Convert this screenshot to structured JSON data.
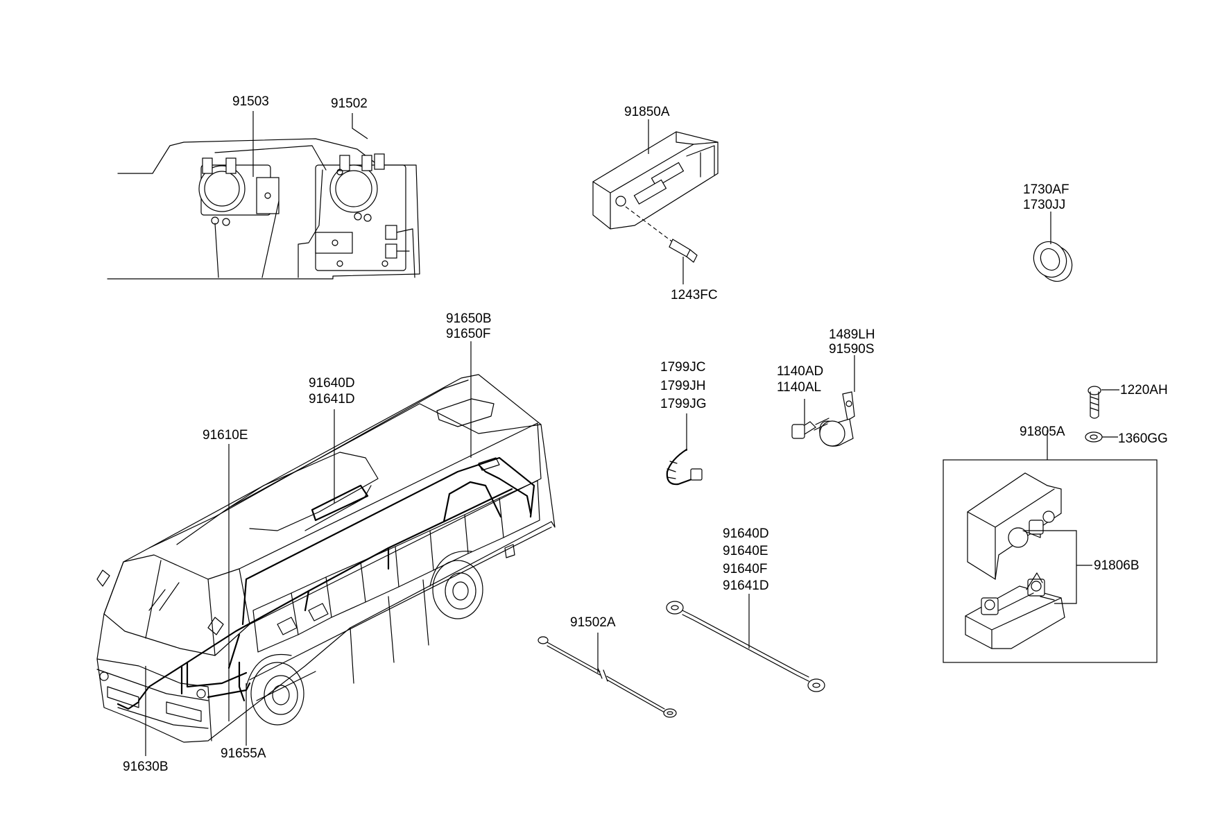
{
  "labels": {
    "p91503": "91503",
    "p91502": "91502",
    "p91850A": "91850A",
    "p1243FC": "1243FC",
    "p1730AF": "1730AF",
    "p1730JJ": "1730JJ",
    "p91650B": "91650B",
    "p91650F": "91650F",
    "p91640D_top": "91640D",
    "p91641D_top": "91641D",
    "p91610E": "91610E",
    "p1799JC": "1799JC",
    "p1799JH": "1799JH",
    "p1799JG": "1799JG",
    "p1489LH": "1489LH",
    "p91590S": "91590S",
    "p1140AD": "1140AD",
    "p1140AL": "1140AL",
    "p1220AH": "1220AH",
    "p91805A": "91805A",
    "p1360GG": "1360GG",
    "p91806B": "91806B",
    "p91640D_cable": "91640D",
    "p91640E": "91640E",
    "p91640F": "91640F",
    "p91641D_cable": "91641D",
    "p91502A": "91502A",
    "p91630B": "91630B",
    "p91655A": "91655A"
  }
}
